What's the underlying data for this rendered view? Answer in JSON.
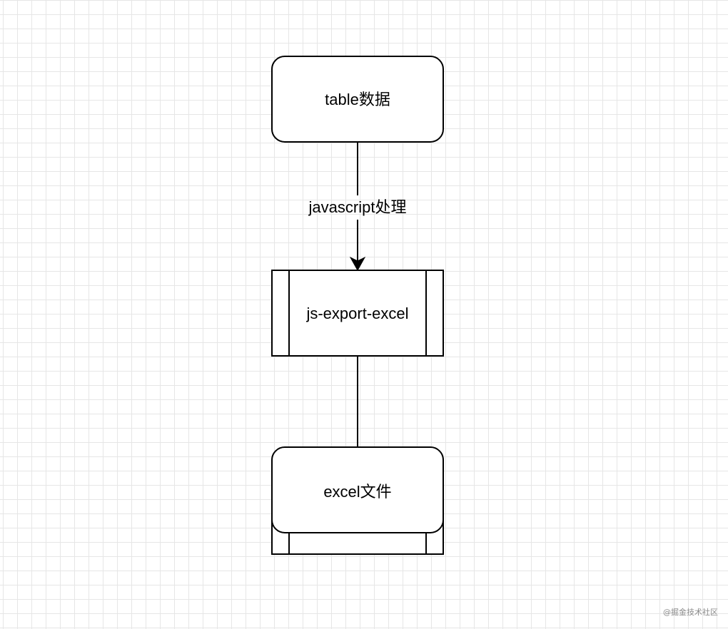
{
  "diagram": {
    "nodes": {
      "source": {
        "label": "table数据",
        "shape": "rounded-rectangle"
      },
      "process": {
        "label": "js-export-excel",
        "shape": "subprocess"
      },
      "output": {
        "label": "excel文件",
        "shape": "rounded-rectangle-over-subprocess"
      }
    },
    "edges": [
      {
        "from": "source",
        "to": "process",
        "label": "javascript处理",
        "arrow": true
      },
      {
        "from": "process",
        "to": "output",
        "label": "",
        "arrow": false
      }
    ],
    "colors": {
      "stroke": "#000000",
      "fill": "#ffffff",
      "grid": "#e6e6e6"
    }
  },
  "watermark": "@掘金技术社区"
}
